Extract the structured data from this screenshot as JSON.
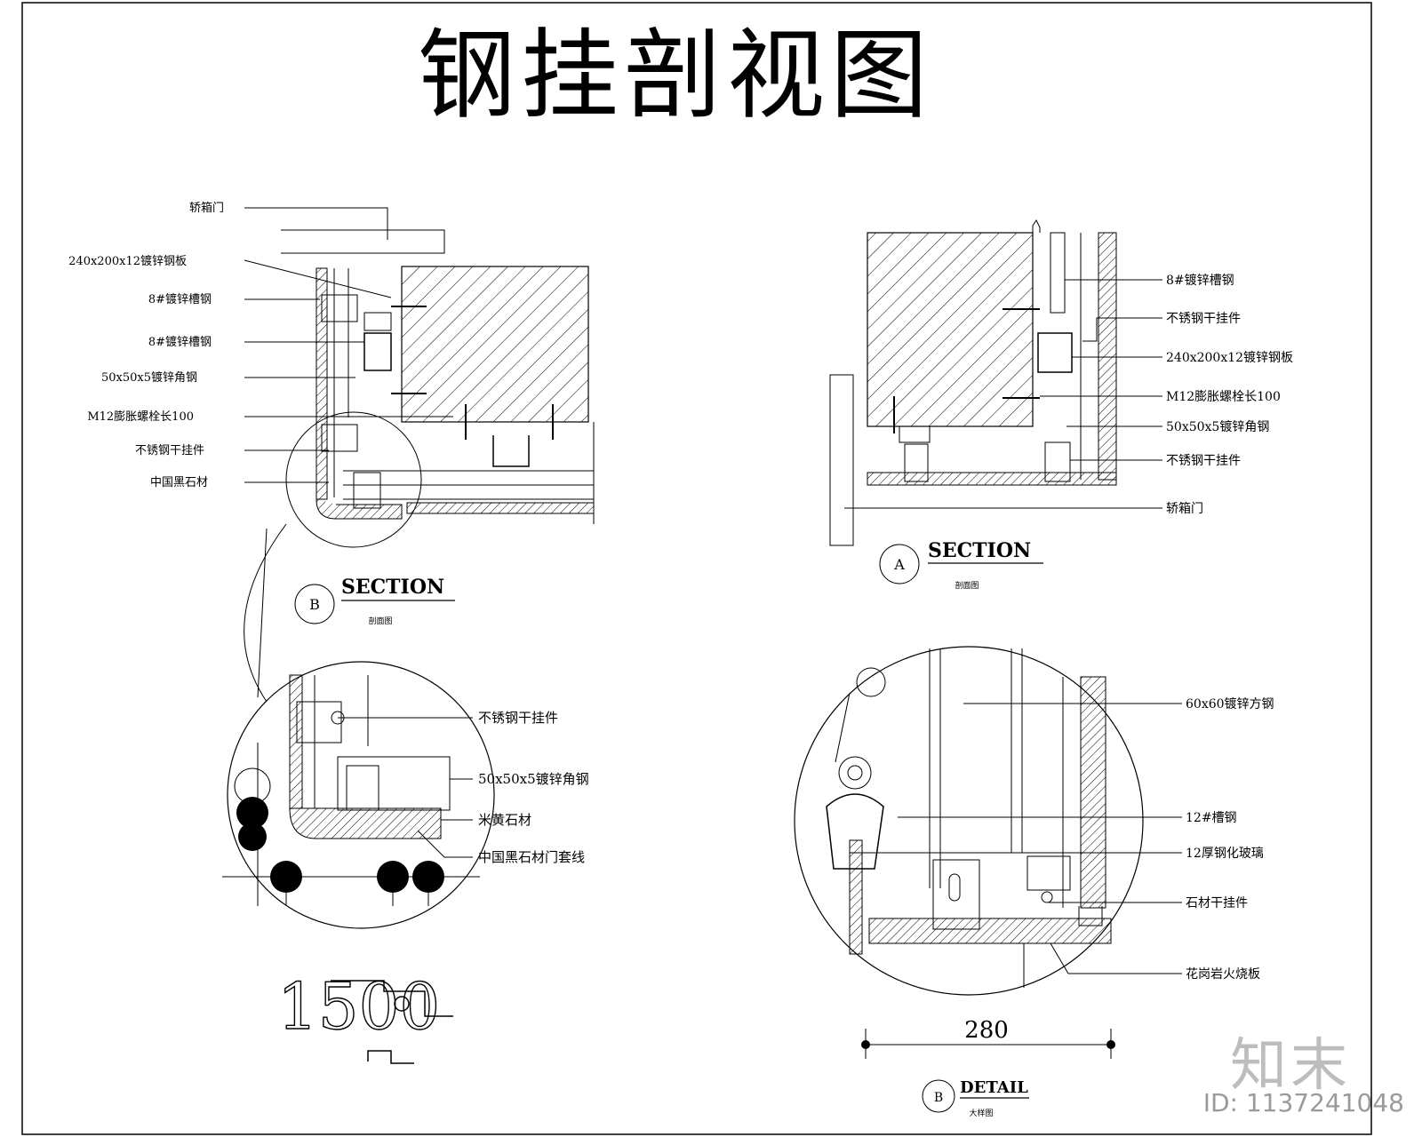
{
  "title": "钢挂剖视图",
  "watermark": {
    "logo": "知末",
    "id": "ID: 1137241048"
  },
  "sectionB": {
    "label": "SECTION",
    "marker": "B",
    "scale": "剖面图",
    "callouts": [
      "轿箱门",
      "240x200x12镀锌钢板",
      "8#镀锌槽钢",
      "8#镀锌槽钢",
      "50x50x5镀锌角钢",
      "M12膨胀螺栓长100",
      "不锈钢干挂件",
      "中国黑石材"
    ]
  },
  "detailLeft": {
    "callouts": [
      "不锈钢干挂件",
      "50x50x5镀锌角钢",
      "米黄石材",
      "中国黑石材门套线"
    ],
    "dim": "1500"
  },
  "sectionA": {
    "label": "SECTION",
    "marker": "A",
    "scale": "剖面图",
    "callouts": [
      "8#镀锌槽钢",
      "不锈钢干挂件",
      "240x200x12镀锌钢板",
      "M12膨胀螺栓长100",
      "50x50x5镀锌角钢",
      "不锈钢干挂件",
      "轿箱门"
    ]
  },
  "detailB": {
    "label": "DETAIL",
    "marker": "B",
    "scale": "大样图",
    "callouts": [
      "60x60镀锌方钢",
      "12#槽钢",
      "12厚钢化玻璃",
      "石材干挂件",
      "花岗岩火烧板"
    ],
    "dim": "280"
  }
}
